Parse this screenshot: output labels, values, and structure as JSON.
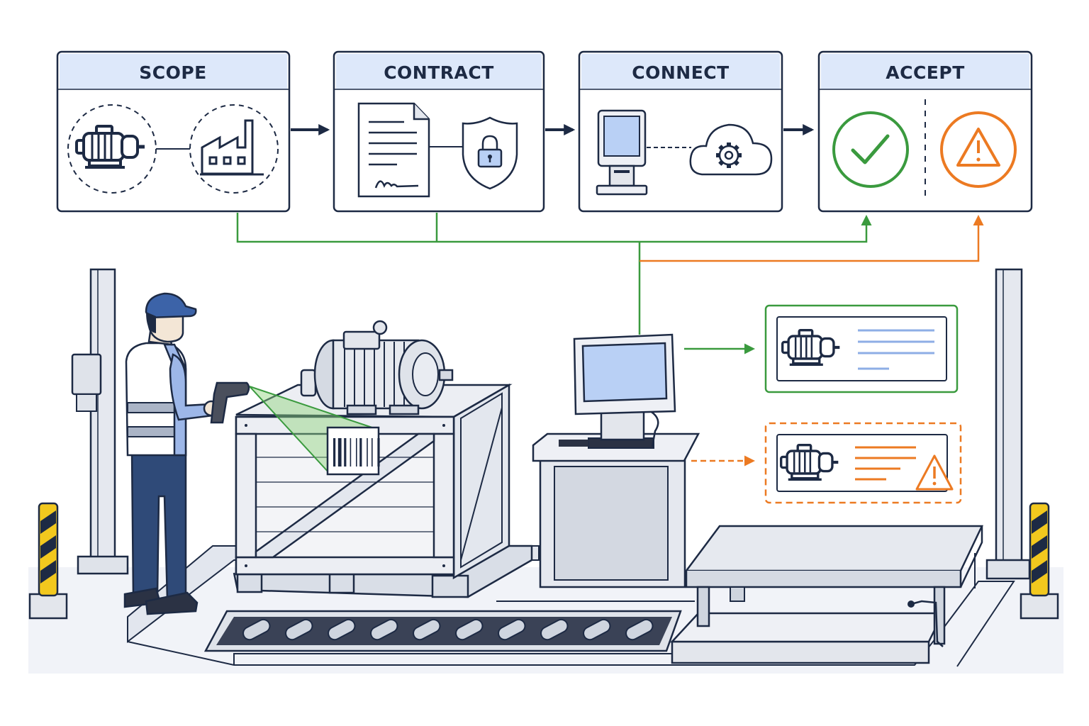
{
  "stages": [
    {
      "id": "scope",
      "label": "SCOPE"
    },
    {
      "id": "contract",
      "label": "CONTRACT"
    },
    {
      "id": "connect",
      "label": "CONNECT"
    },
    {
      "id": "accept",
      "label": "ACCEPT"
    }
  ],
  "colors": {
    "outline": "#1d2a44",
    "header_fill": "#dde8fa",
    "accept_green": "#3a9a3e",
    "warning_orange": "#ec7a22",
    "screen_blue": "#b9d0f5",
    "hazard_yellow": "#f2c81e"
  },
  "icons": [
    "motor-icon",
    "factory-icon",
    "document-icon",
    "signature-icon",
    "shield-lock-icon",
    "terminal-icon",
    "cloud-gear-icon",
    "check-circle-icon",
    "warning-circle-icon",
    "barcode-icon",
    "warning-triangle-icon"
  ],
  "result_cards": [
    {
      "id": "accepted",
      "status": "accepted",
      "color": "#3a9a3e"
    },
    {
      "id": "flagged",
      "status": "warning",
      "color": "#ec7a22"
    }
  ]
}
